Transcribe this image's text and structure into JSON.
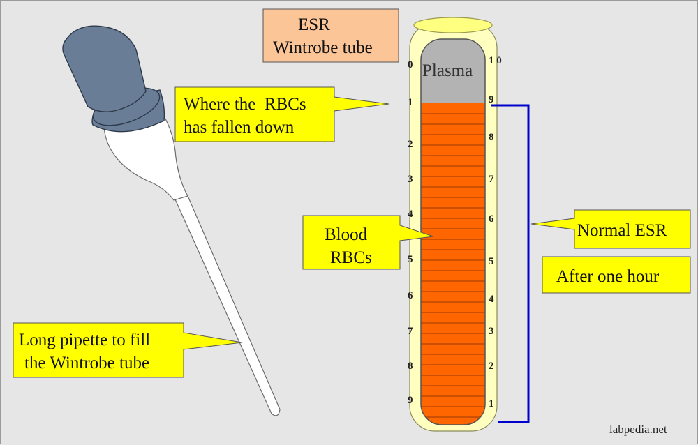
{
  "title": {
    "line1": "ESR",
    "line2": "Wintrobe tube"
  },
  "tube": {
    "plasma_label": "Plasma",
    "left_scale": [
      "0",
      "1",
      "2",
      "3",
      "4",
      "5",
      "6",
      "7",
      "8",
      "9"
    ],
    "right_scale": [
      "1 0",
      "9",
      "8",
      "7",
      "6",
      "5",
      "4",
      "3",
      "2",
      "1"
    ]
  },
  "callouts": {
    "rbc_fallen": {
      "line1": "Where the  RBCs",
      "line2": "has fallen down"
    },
    "blood_rbcs": {
      "line1": "Blood",
      "line2": "RBCs"
    },
    "pipette": {
      "line1": "Long pipette to fill",
      "line2": "the Wintrobe tube"
    },
    "normal_esr": "Normal ESR",
    "after_hour": "After one hour"
  },
  "watermark": "labpedia.net",
  "colors": {
    "background": "#e6e6e6",
    "callout_fill": "#ffff00",
    "title_fill": "#fbc597",
    "tube_fill": "#ffffc0",
    "tube_cap": "#ffff80",
    "plasma": "#b3b3b3",
    "rbc": "#ff6600",
    "bracket": "#0000cc",
    "pipette_bulb": "#6a7d96"
  }
}
